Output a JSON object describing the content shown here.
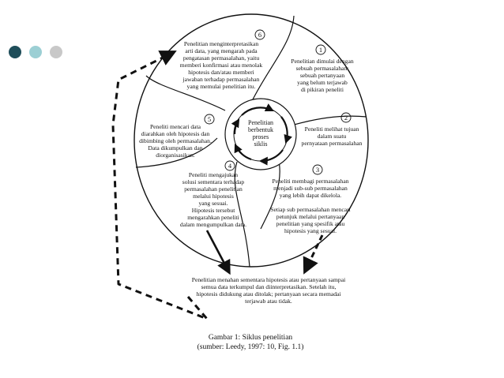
{
  "colors": {
    "dot_1": "#1f4e5a",
    "dot_2": "#9ccfd4",
    "dot_3": "#c8c8c8",
    "line": "#111111"
  },
  "center": {
    "lines": [
      "Penelitian",
      "berbentuk",
      "proses",
      "siklis"
    ]
  },
  "steps": [
    {
      "number": "1",
      "lines": [
        "Penelitian dimulai dengan",
        "sebuah permasalahan:",
        "sebuah pertanyaan",
        "yang belum terjawab",
        "di pikiran peneliti"
      ]
    },
    {
      "number": "2",
      "lines": [
        "Peneliti melihat tujuan",
        "dalam suatu",
        "pernyataan permasalahan"
      ]
    },
    {
      "number": "3",
      "lines": [
        "Peneliti membagi permasalahan",
        "menjadi sub-sub permasalahan",
        "yang lebih dapat dikelola.",
        "",
        "Setiap sub permasalahan mencari",
        "petunjuk melalui pertanyaan",
        "penelitian yang spesifik atau",
        "hipotesis yang sesuai."
      ]
    },
    {
      "number": "4",
      "lines": [
        "Peneliti mengajukan",
        "solusi sementara terhadap",
        "permasalahan penelitian",
        "melalui hipotesis",
        "yang sesuai.",
        "Hipotesis tersebut",
        "mengarahkan peneliti",
        "dalam mengumpulkan data."
      ]
    },
    {
      "number": "5",
      "lines": [
        "Peneliti mencari data",
        "diarahkan oleh hipotesis dan",
        "dibimbing oleh permasalahan.",
        "Data dikumpulkan dan",
        "diorganisasikan."
      ]
    },
    {
      "number": "6",
      "lines": [
        "Penelitian menginterpretasikan",
        "arti data, yang mengarah pada",
        "pengatasan permasalahan, yaitu",
        "memberi konfirmasi atau menolak",
        "hipotesis dan/atau memberi",
        "jawaban terhadap permasalahan",
        "yang memulai penelitian itu."
      ]
    }
  ],
  "bottom_note": {
    "lines": [
      "Penelitian menahan sementara hipotesis atau pertanyaan sampai",
      "semua data terkumpul dan diinterpretasikan. Setelah itu,",
      "hipotesis didukung atau ditolak; pertanyaan secara memadai",
      "terjawab atau tidak."
    ]
  },
  "caption": {
    "title": "Gambar 1: Siklus penelitian",
    "source": "(sumber: Leedy, 1997: 10, Fig. 1.1)"
  }
}
